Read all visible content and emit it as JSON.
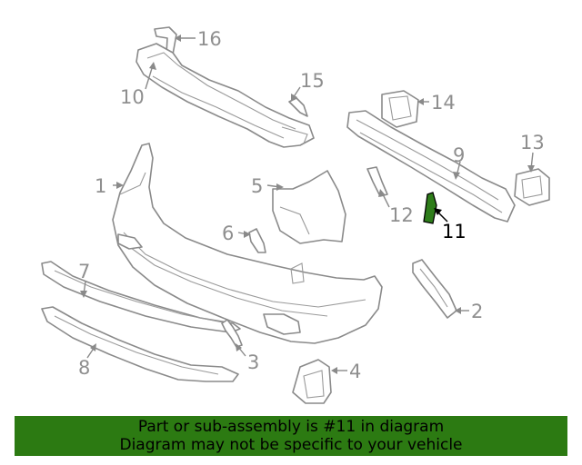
{
  "callouts": {
    "p1": "1",
    "p2": "2",
    "p3": "3",
    "p4": "4",
    "p5": "5",
    "p6": "6",
    "p7": "7",
    "p8": "8",
    "p9": "9",
    "p10": "10",
    "p11": "11",
    "p12": "12",
    "p13": "13",
    "p14": "14",
    "p15": "15",
    "p16": "16"
  },
  "highlight": {
    "part": "11",
    "color": "#2c7a12"
  },
  "banner": {
    "line1": "Part or sub-assembly is #11 in diagram",
    "line2": "Diagram may not be specific to your vehicle"
  }
}
